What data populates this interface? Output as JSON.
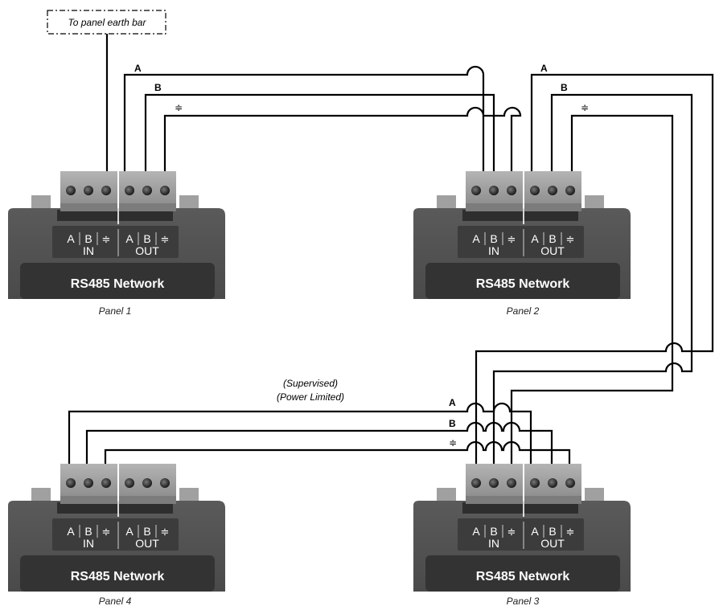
{
  "earth_note": "To panel earth bar",
  "network_label": "RS485 Network",
  "terminal_labels": {
    "a": "A",
    "b": "B",
    "ground": "≑",
    "in": "IN",
    "out": "OUT"
  },
  "wire_labels": {
    "a": "A",
    "b": "B",
    "ground": "≑"
  },
  "supervised_note": "(Supervised)",
  "power_note": "(Power Limited)",
  "panels": [
    {
      "caption": "Panel 1"
    },
    {
      "caption": "Panel 2"
    },
    {
      "caption": "Panel 3"
    },
    {
      "caption": "Panel 4"
    }
  ]
}
